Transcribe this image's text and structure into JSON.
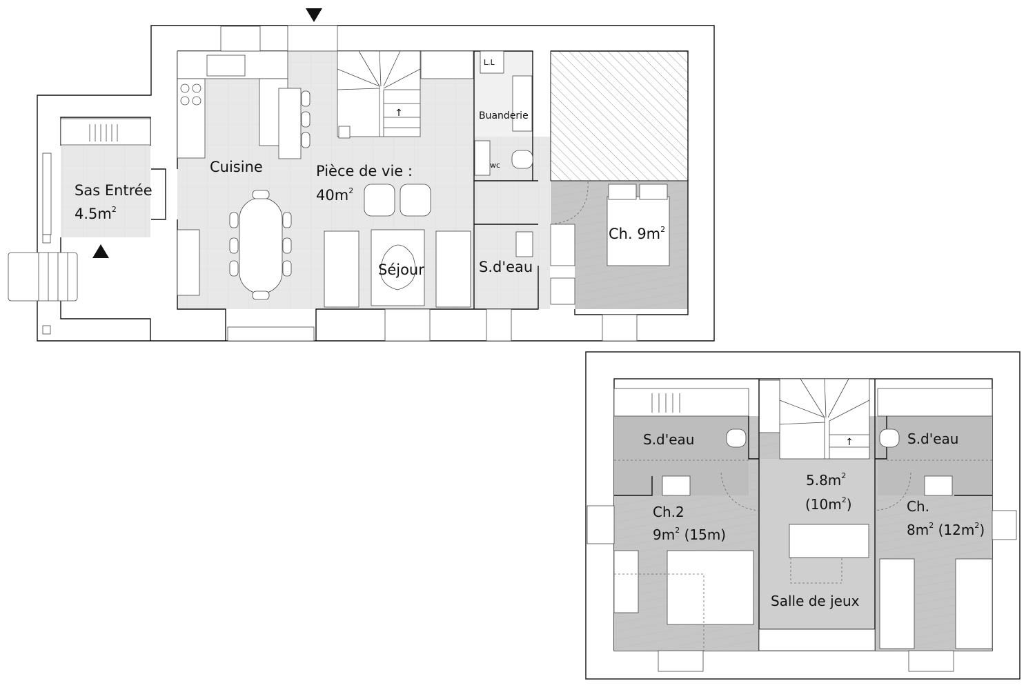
{
  "plan_ground": {
    "rooms": {
      "sas": {
        "name": "Sas Entrée",
        "area": "4.5m",
        "exp": "2"
      },
      "cuisine": {
        "name": "Cuisine"
      },
      "piece_vie": {
        "name": "Pièce de vie :",
        "area": "40m",
        "exp": "2"
      },
      "sejour": {
        "name": "Séjour"
      },
      "sdeau": {
        "name": "S.d'eau"
      },
      "buanderie": {
        "name": "Buanderie"
      },
      "ll": {
        "name": "L.L"
      },
      "wc": {
        "name": "wc"
      },
      "chambre": {
        "name": "Ch. 9m",
        "exp": "2"
      }
    }
  },
  "plan_upper": {
    "rooms": {
      "sdeau_left": {
        "name": "S.d'eau"
      },
      "sdeau_right": {
        "name": "S.d'eau"
      },
      "landing": {
        "area": "5.8m",
        "exp": "2",
        "area2_open": "(10m",
        "area2_exp": "2",
        "area2_close": ")"
      },
      "ch2": {
        "name": "Ch.2",
        "area": "9m",
        "exp": "2",
        "area2": " (15m)"
      },
      "ch": {
        "name": "Ch.",
        "area": "8m",
        "exp": "2",
        "area2_open": " (12m",
        "area2_exp": "2",
        "area2_close": ")"
      },
      "salle_jeux": {
        "name": "Salle de jeux"
      }
    }
  },
  "markers": {
    "entrance_top": "arrow-down",
    "entrance_left": "arrow-up"
  }
}
